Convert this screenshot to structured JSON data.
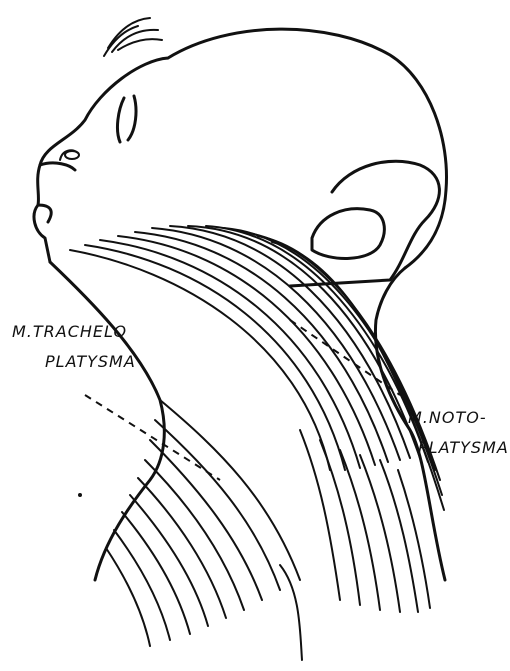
{
  "labels": {
    "trachelo_line1": "M.TRACHELO",
    "trachelo_line2": "PLATYSMA",
    "noto_line1": "M.NOTO-",
    "noto_line2": "PLATYSMA"
  },
  "colors": {
    "ink": "#111111",
    "paper": "#ffffff"
  }
}
